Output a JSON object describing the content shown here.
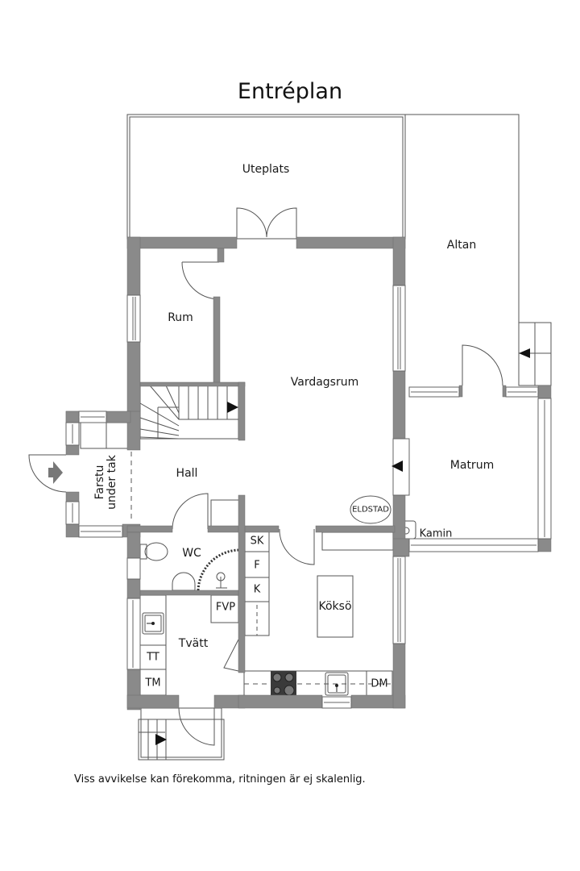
{
  "title": "Entréplan",
  "disclaimer": "Viss avvikelse kan förekomma, ritningen är ej skalenlig.",
  "colors": {
    "wall": "#8a8a8a",
    "line": "#4a4a4a",
    "background": "#ffffff",
    "text": "#1a1a1a"
  },
  "rooms": {
    "uteplats": "Uteplats",
    "altan": "Altan",
    "rum": "Rum",
    "vardagsrum": "Vardagsrum",
    "hall": "Hall",
    "farstu_line1": "Farstu",
    "farstu_line2": "under tak",
    "matrum": "Matrum",
    "wc": "WC",
    "tvatt": "Tvätt",
    "kokso": "Köksö"
  },
  "fixtures": {
    "eldstad": "ELDSTAD",
    "kamin": "Kamin",
    "sk": "SK",
    "f": "F",
    "k": "K",
    "fvp": "FVP",
    "tt": "TT",
    "tm": "TM",
    "dm": "DM"
  },
  "icons": {
    "entry_arrow": "arrow-right",
    "stair_arrow": "arrow-right",
    "door_arrows": "arrow-left"
  }
}
